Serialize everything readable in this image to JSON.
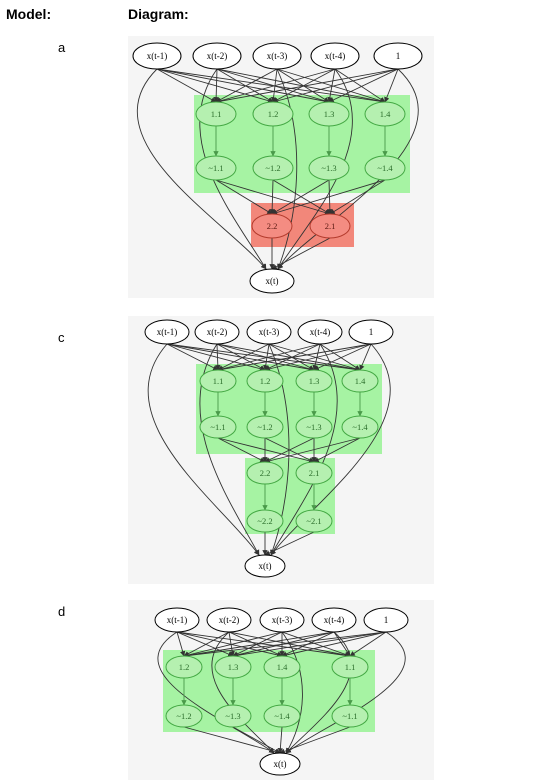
{
  "headers": {
    "model": "Model:",
    "diagram": "Diagram:"
  },
  "colors": {
    "green_block": "#a6f3a3",
    "red_block": "#f2877a",
    "green_node_fill": "#b5f0b0",
    "green_node_stroke": "#43a843",
    "green_edge": "#4a9a4a",
    "red_node_fill": "#f48c82",
    "red_node_stroke": "#b33a2c",
    "input_stroke": "#000000",
    "edge": "#333333"
  },
  "models": [
    {
      "label": "a",
      "inputs": [
        "x(t-1)",
        "x(t-2)",
        "x(t-3)",
        "x(t-4)",
        "1"
      ],
      "layer1": [
        "1.1",
        "1.2",
        "1.3",
        "1.4"
      ],
      "layer1_act": [
        "~1.1",
        "~1.2",
        "~1.3",
        "~1.4"
      ],
      "layer2": [
        "2.2",
        "2.1"
      ],
      "layer2_act": [],
      "output": "x(t)"
    },
    {
      "label": "c",
      "inputs": [
        "x(t-1)",
        "x(t-2)",
        "x(t-3)",
        "x(t-4)",
        "1"
      ],
      "layer1": [
        "1.1",
        "1.2",
        "1.3",
        "1.4"
      ],
      "layer1_act": [
        "~1.1",
        "~1.2",
        "~1.3",
        "~1.4"
      ],
      "layer2": [
        "2.2",
        "2.1"
      ],
      "layer2_act": [
        "~2.2",
        "~2.1"
      ],
      "output": "x(t)"
    },
    {
      "label": "d",
      "inputs": [
        "x(t-1)",
        "x(t-2)",
        "x(t-3)",
        "x(t-4)",
        "1"
      ],
      "layer1": [
        "1.2",
        "1.3",
        "1.4",
        "1.1"
      ],
      "layer1_act": [
        "~1.2",
        "~1.3",
        "~1.4",
        "~1.1"
      ],
      "layer2": [],
      "layer2_act": [],
      "output": "x(t)"
    }
  ]
}
